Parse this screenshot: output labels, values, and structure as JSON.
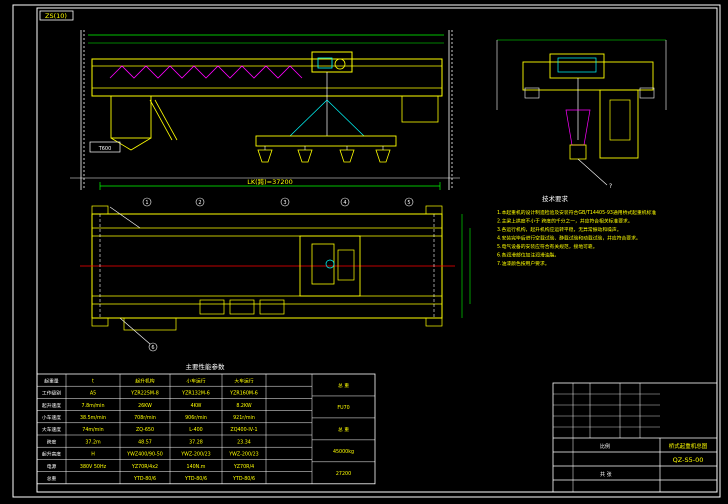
{
  "drawing": {
    "label_tag": "ZS(10)",
    "span_dimension": "LK(跨)=37200",
    "side_view_label": "?",
    "balloons": [
      "1",
      "2",
      "3",
      "4",
      "5",
      "6"
    ]
  },
  "tech_requirements": {
    "title": "技术要求",
    "lines": [
      "1.本起重机的设计制造检验及安装符合GB/T14405-93通用桥式起重机标准",
      "2.主梁上拱度不小于 跨度的千分之一，并应符合相关标准要求。",
      "3.各运行机构，起升机构应运转平稳，无异常振动和噪声。",
      "4.安装完毕后进行空载试验、静载试验和动载试验，并应符合要求。",
      "5.电气设备的安装应符合有关规范，接地可靠。",
      "6.各润滑部位加注润滑油脂。",
      "7.油漆颜色按用户要求。"
    ]
  },
  "spec_table": {
    "title": "主要性能参数",
    "rows": [
      [
        "起重量",
        "t",
        "起升机构",
        "小车运行",
        "大车运行"
      ],
      [
        "工作级别",
        "A5",
        "YZR225M-8",
        "YZR132M-6",
        "YZR160M-6"
      ],
      [
        "起升速度",
        "7.8m/min",
        "26KW",
        "4KW",
        "8.2KW"
      ],
      [
        "小车速度",
        "38.5m/min",
        "708r/min",
        "906r/min",
        "921r/min"
      ],
      [
        "大车速度",
        "74m/min",
        "ZQ-650",
        "L-400",
        "ZQ400-IV-1"
      ],
      [
        "跨度",
        "37.2m",
        "48.57",
        "37.28",
        "23.34"
      ],
      [
        "起升高度",
        "H",
        "YWZ400/90-50",
        "YWZ-200/23",
        "YWZ-200/23"
      ],
      [
        "电源",
        "380V 50Hz",
        "YZ70R/4x2",
        "140N.m",
        "YZ70R/4"
      ],
      [
        "总重",
        "",
        "YTD-80/6",
        "YTD-80/6",
        "YTD-80/6"
      ]
    ],
    "right_cells": [
      "总 重",
      "FU70",
      "总 重",
      "45000kg",
      "27200"
    ]
  },
  "title_block": {
    "rows": [
      [
        "",
        "",
        "",
        ""
      ],
      [
        "",
        "",
        "",
        ""
      ],
      [
        "",
        "",
        "",
        ""
      ],
      [
        "",
        "",
        "",
        ""
      ],
      [
        "",
        "",
        "",
        ""
      ]
    ],
    "drawing_name": "桥式起重机总图",
    "drawing_no": "QZ-S5-00",
    "scale_label": "比例",
    "sheet_label": "共 张"
  }
}
